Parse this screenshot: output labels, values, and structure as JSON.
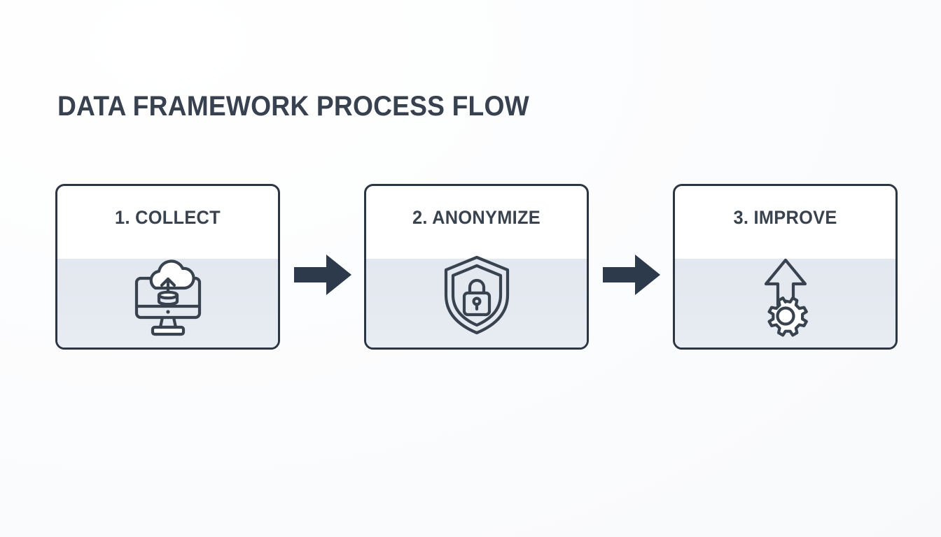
{
  "page": {
    "title": "DATA FRAMEWORK PROCESS FLOW",
    "background_color": "#FCFCFD",
    "ink_color": "#39424F",
    "band_color": "#E4E9F0",
    "border_color": "#2B3544"
  },
  "flow": {
    "steps": [
      {
        "label": "1. COLLECT",
        "number": "1",
        "name": "COLLECT",
        "icon": "monitor-cloud-upload-database-icon"
      },
      {
        "label": "2. ANONYMIZE",
        "number": "2",
        "name": "ANONYMIZE",
        "icon": "shield-lock-icon"
      },
      {
        "label": "3. IMPROVE",
        "number": "3",
        "name": "IMPROVE",
        "icon": "arrow-up-gear-icon"
      }
    ],
    "connectors": [
      {
        "icon": "arrow-right-icon"
      },
      {
        "icon": "arrow-right-icon"
      }
    ]
  }
}
